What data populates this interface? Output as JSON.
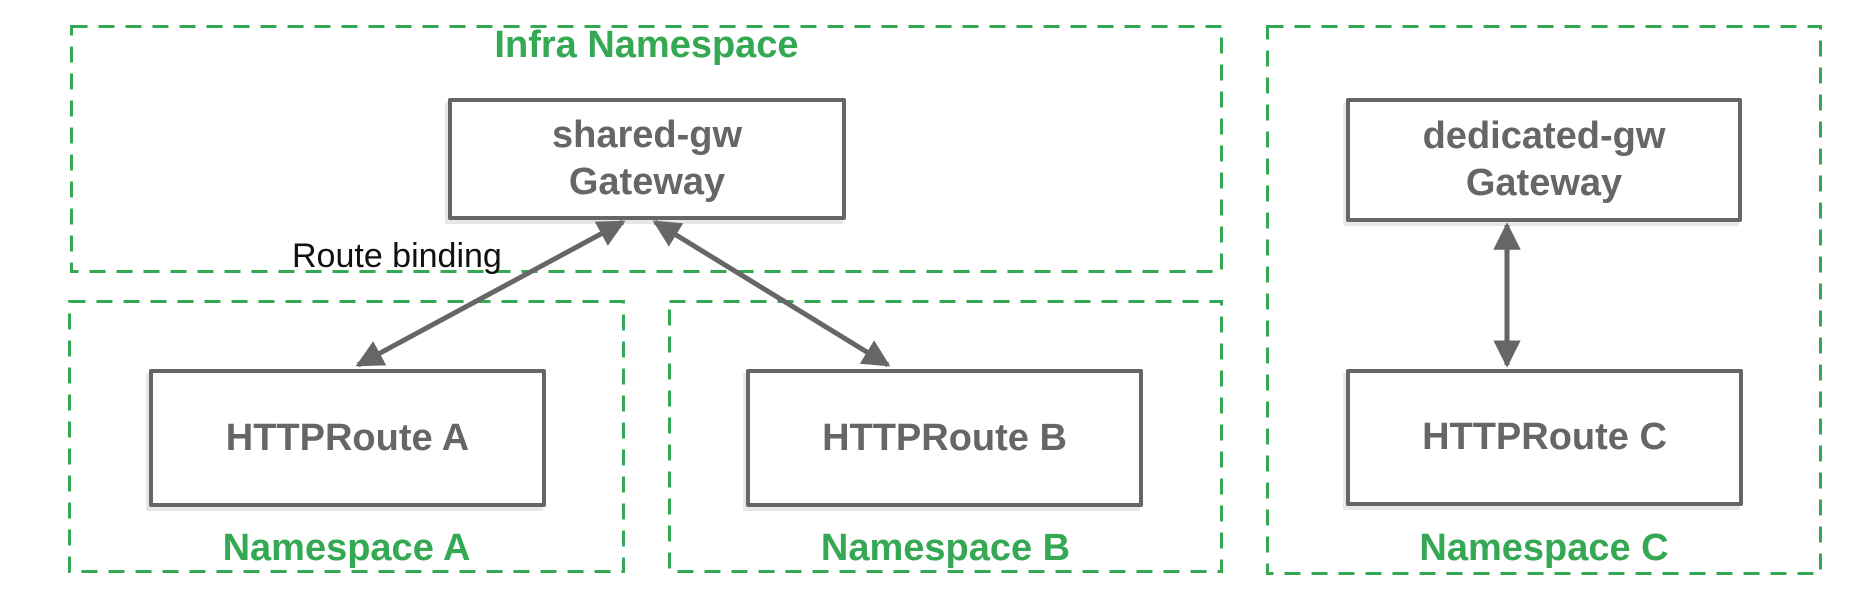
{
  "namespaces": {
    "infra": {
      "title": "Infra Namespace"
    },
    "a": {
      "title": "Namespace A"
    },
    "b": {
      "title": "Namespace B"
    },
    "c": {
      "title": "Namespace C"
    }
  },
  "nodes": {
    "shared_gw": {
      "line1": "shared-gw",
      "line2": "Gateway"
    },
    "dedicated_gw": {
      "line1": "dedicated-gw",
      "line2": "Gateway"
    },
    "route_a": {
      "label": "HTTPRoute A"
    },
    "route_b": {
      "label": "HTTPRoute B"
    },
    "route_c": {
      "label": "HTTPRoute C"
    }
  },
  "edges": {
    "label": "Route binding",
    "connections": [
      {
        "from": "HTTPRoute A",
        "to": "shared-gw Gateway",
        "style": "bidirectional-arrow"
      },
      {
        "from": "HTTPRoute B",
        "to": "shared-gw Gateway",
        "style": "bidirectional-arrow"
      },
      {
        "from": "HTTPRoute C",
        "to": "dedicated-gw Gateway",
        "style": "bidirectional-arrow"
      }
    ]
  },
  "colors": {
    "namespace_green": "#34A853",
    "node_gray": "#666666",
    "edge_label_black": "#111111",
    "background": "#FFFFFF"
  }
}
